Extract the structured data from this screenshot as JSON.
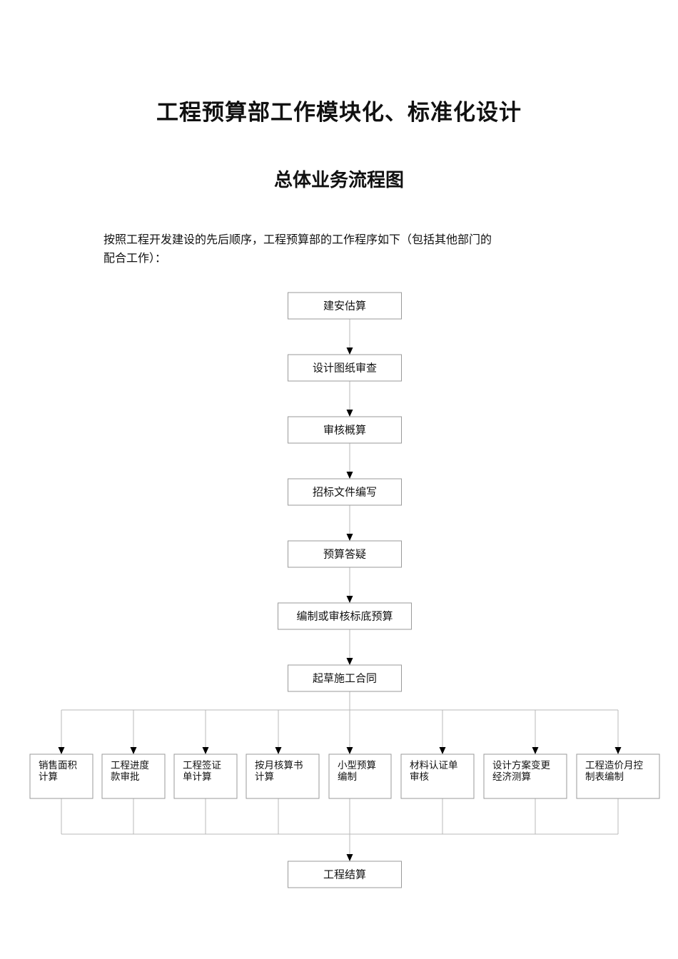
{
  "title": "工程预算部工作模块化、标准化设计",
  "subtitle": "总体业务流程图",
  "intro": [
    "按照工程开发建设的先后顺序，工程预算部的工作程序如下（包括其他部门的",
    "配合工作）："
  ],
  "main_steps": [
    "建安估算",
    "设计图纸审查",
    "审核概算",
    "招标文件编写",
    "预算答疑",
    "编制或审核标底预算",
    "起草施工合同"
  ],
  "parallel_steps": [
    [
      "销售面积",
      "计算"
    ],
    [
      "工程进度",
      "款审批"
    ],
    [
      "工程签证",
      "单计算"
    ],
    [
      "按月核算书",
      "计算"
    ],
    [
      "小型预算",
      "编制"
    ],
    [
      "材料认证单",
      "审核"
    ],
    [
      "设计方案变更",
      "经济测算"
    ],
    [
      "工程造价月控",
      "制表编制"
    ]
  ],
  "final_step": "工程结算"
}
